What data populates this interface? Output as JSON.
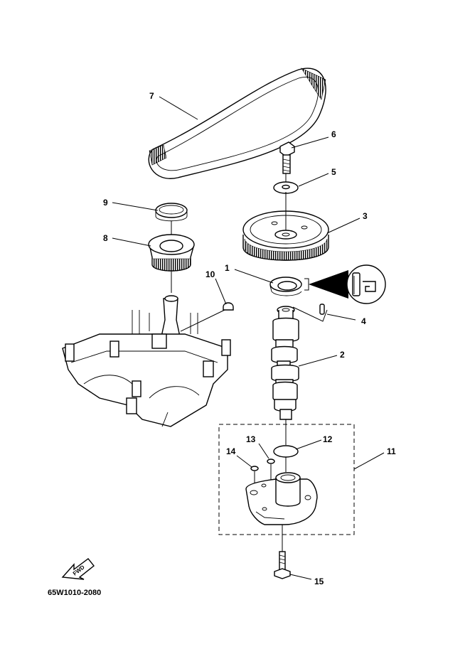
{
  "diagram": {
    "part_code": "65W1010-2080",
    "fwd_label": "FWD",
    "callouts": {
      "c1": "1",
      "c2": "2",
      "c3": "3",
      "c4": "4",
      "c5": "5",
      "c6": "6",
      "c7": "7",
      "c8": "8",
      "c9": "9",
      "c10": "10",
      "c11": "11",
      "c12": "12",
      "c13": "13",
      "c14": "14",
      "c15": "15"
    }
  }
}
